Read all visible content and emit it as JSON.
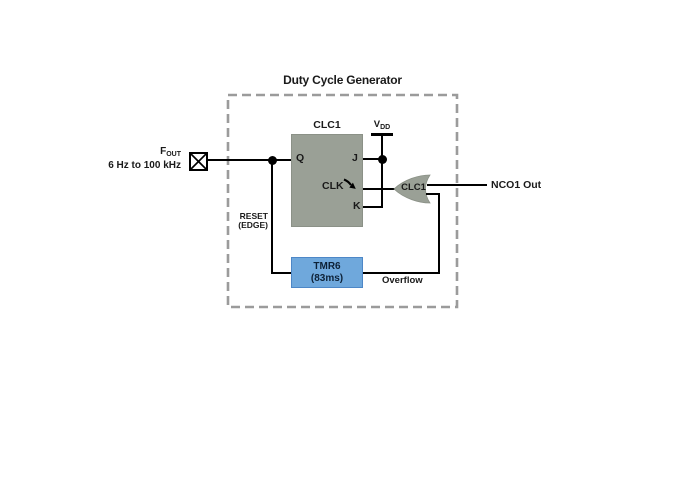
{
  "title": "Duty Cycle Generator",
  "input": {
    "signal": "F",
    "signal_sub": "OUT",
    "range": "6 Hz to 100 kHz"
  },
  "flipflop": {
    "label": "CLC1",
    "pin_q": "Q",
    "pin_j": "J",
    "pin_clk": "CLK",
    "pin_k": "K"
  },
  "power": {
    "name": "V",
    "sub": "DD"
  },
  "reset": {
    "line1": "RESET",
    "line2": "(EDGE)"
  },
  "timer": {
    "line1": "TMR6",
    "line2": "(83ms)"
  },
  "overflow_label": "Overflow",
  "gate": {
    "label": "CLC1"
  },
  "output_label": "NCO1 Out",
  "colors": {
    "block_gray": "#9aa096",
    "timer_blue": "#6fa8dc",
    "dashed_border": "#9b9b9b",
    "wire": "#000000",
    "background": "#ffffff"
  }
}
